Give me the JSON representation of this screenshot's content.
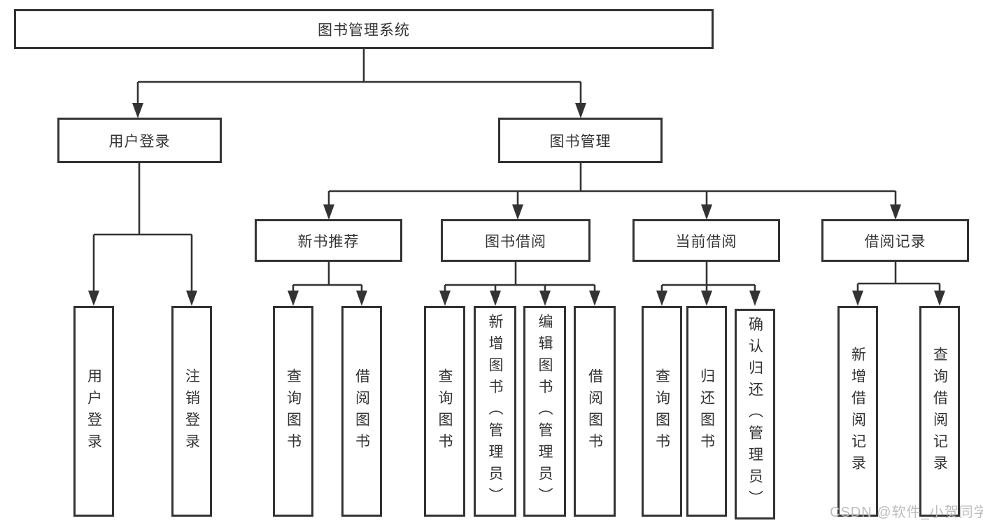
{
  "watermark": "CSDN @软件_小贺同学",
  "tree": {
    "root": "图书管理系统",
    "user_login": {
      "label": "用户登录",
      "children": [
        "用户登录",
        "注销登录"
      ]
    },
    "book_management": {
      "label": "图书管理",
      "sections": {
        "new_book_recommend": {
          "label": "新书推荐",
          "children": [
            "查询图书",
            "借阅图书"
          ]
        },
        "book_borrowing": {
          "label": "图书借阅",
          "children": [
            "查询图书",
            "新增图书（管理员）",
            "编辑图书（管理员）",
            "借阅图书"
          ]
        },
        "current_borrowing": {
          "label": "当前借阅",
          "children": [
            "查询图书",
            "归还图书",
            "确认归还（管理员）"
          ]
        },
        "borrowing_records": {
          "label": "借阅记录",
          "children": [
            "新增借阅记录",
            "查询借阅记录"
          ]
        }
      }
    }
  }
}
